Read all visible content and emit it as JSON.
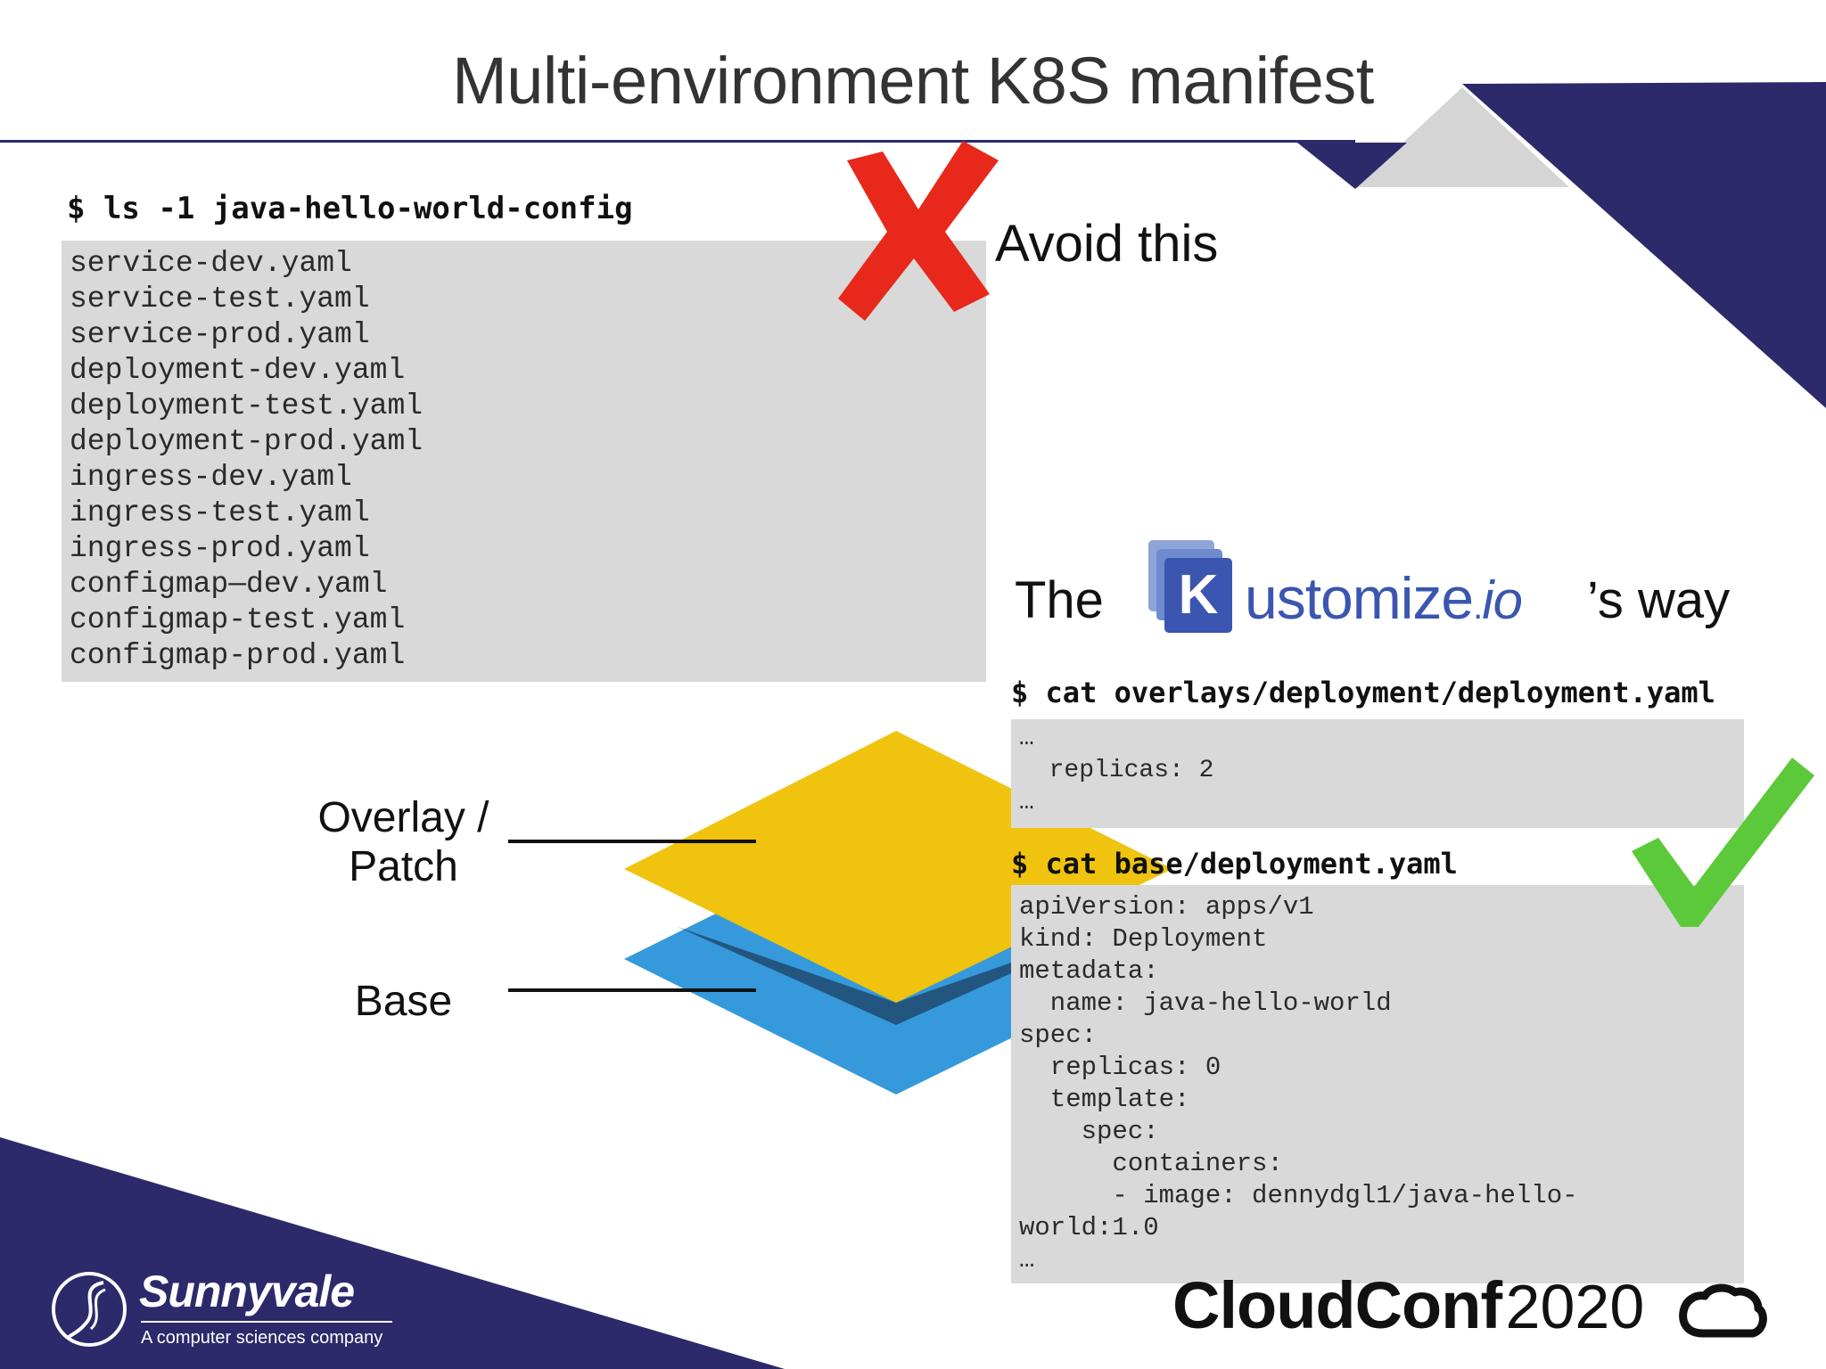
{
  "slide": {
    "title": "Multi-environment K8S manifest"
  },
  "bad_example": {
    "command": "$ ls -1 java-hello-world-config",
    "files": [
      "service-dev.yaml",
      "service-test.yaml",
      "service-prod.yaml",
      "deployment-dev.yaml",
      "deployment-test.yaml",
      "deployment-prod.yaml",
      "ingress-dev.yaml",
      "ingress-test.yaml",
      "ingress-prod.yaml",
      "configmap—dev.yaml",
      "configmap-test.yaml",
      "configmap-prod.yaml"
    ],
    "verdict_label": "Avoid this",
    "verdict_icon": "red-cross-icon"
  },
  "layers": {
    "overlay_label_line1": "Overlay /",
    "overlay_label_line2": "Patch",
    "base_label": "Base",
    "overlay_color": "#f0c30f",
    "base_color": "#3599dc"
  },
  "good_example": {
    "heading_prefix": "The",
    "logo_letter": "K",
    "logo_text": "ustomize",
    "logo_suffix": "io",
    "heading_suffix": "’s way",
    "verdict_icon": "green-check-icon",
    "overlay_command": "$ cat overlays/deployment/deployment.yaml",
    "overlay_lines": [
      "…",
      "  replicas: 2",
      "…"
    ],
    "base_command": "$ cat base/deployment.yaml",
    "base_lines": [
      "apiVersion: apps/v1",
      "kind: Deployment",
      "metadata:",
      "  name: java-hello-world",
      "spec:",
      "  replicas: 0",
      "  template:",
      "    spec:",
      "      containers:",
      "      - image: dennydgl1/java-hello-",
      "world:1.0",
      "…"
    ]
  },
  "branding": {
    "company_name": "Sunnyvale",
    "company_tagline": "A computer sciences company",
    "conference_name": "CloudConf",
    "conference_year": "2020"
  },
  "colors": {
    "navy": "#2c2a6b",
    "grey_shape": "#d5d5d5",
    "code_bg": "#d9d9d9",
    "cross": "#e8281a",
    "check": "#5cc93a",
    "kustomize_blue": "#3a56b0"
  }
}
